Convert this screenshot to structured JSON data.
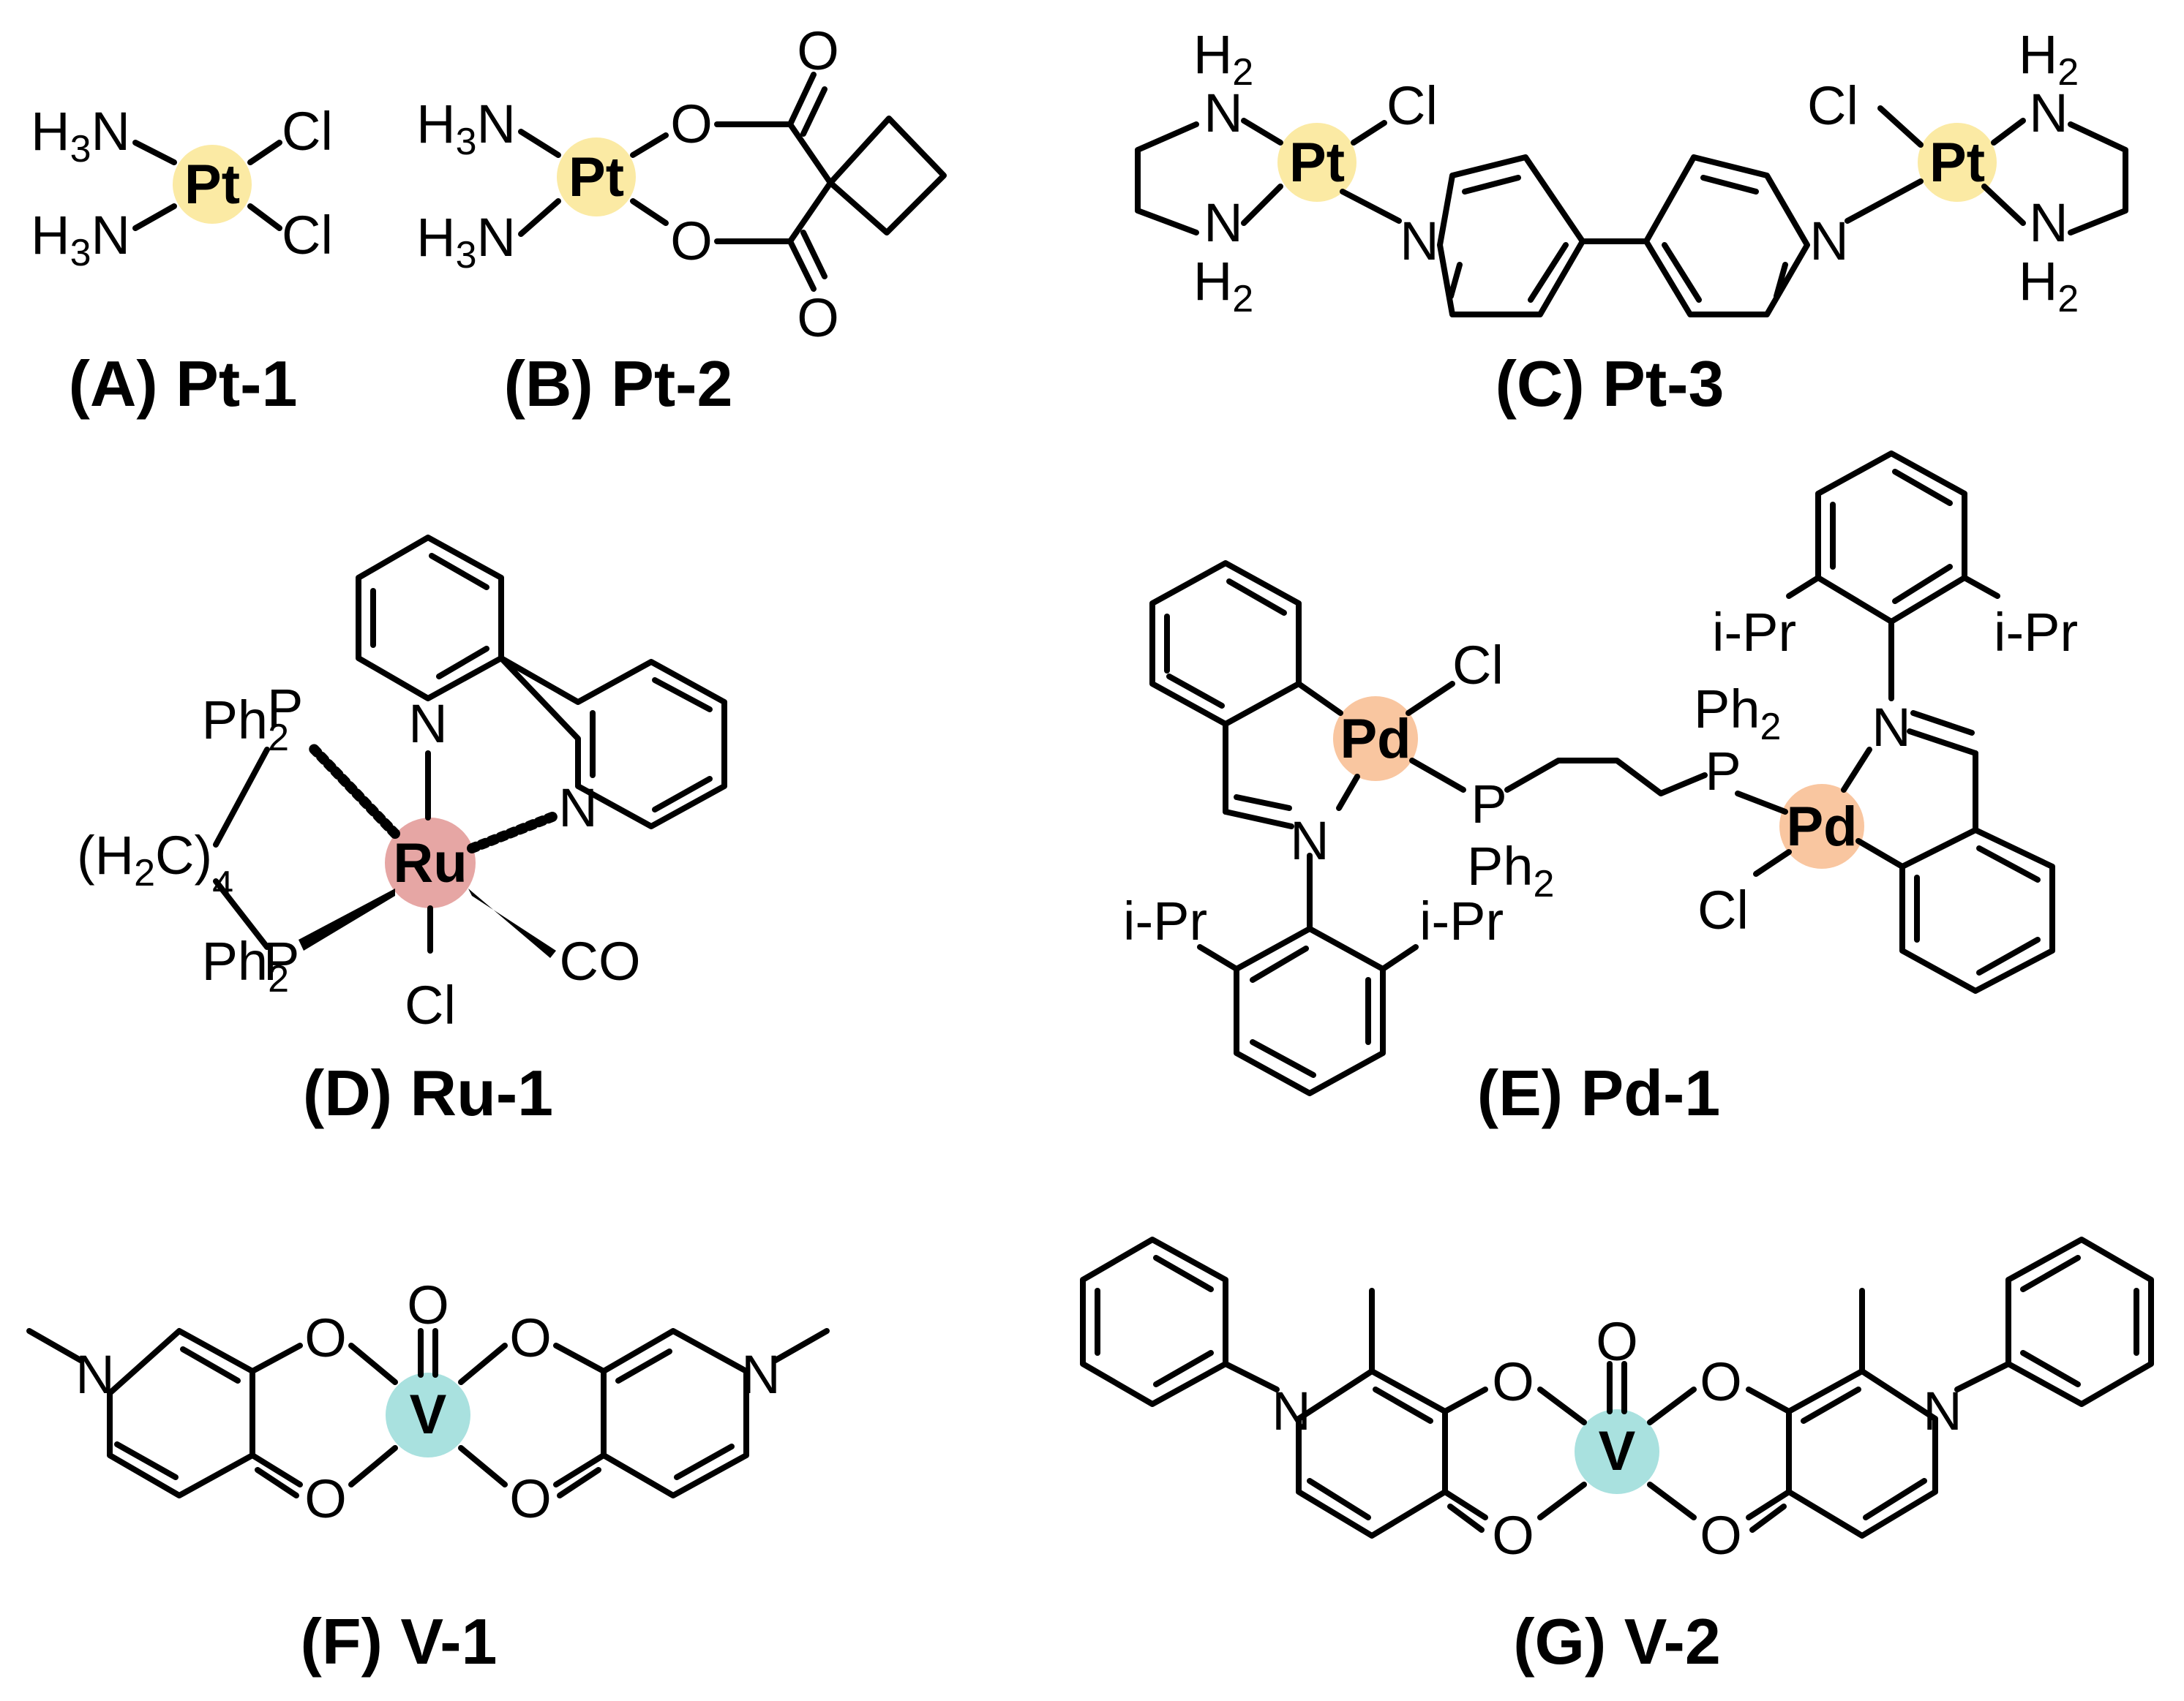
{
  "colors": {
    "pt_highlight": "#fbeaa4",
    "ru_highlight": "#e6a6a4",
    "pd_highlight": "#f9c6a0",
    "v_highlight": "#a9e1df",
    "bond": "#000000"
  },
  "structures": [
    {
      "id": "A",
      "caption": "(A) Pt-1",
      "metal": "Pt"
    },
    {
      "id": "B",
      "caption": "(B) Pt-2",
      "metal": "Pt"
    },
    {
      "id": "C",
      "caption": "(C) Pt-3",
      "metal": "Pt"
    },
    {
      "id": "D",
      "caption": "(D) Ru-1",
      "metal": "Ru"
    },
    {
      "id": "E",
      "caption": "(E) Pd-1",
      "metal": "Pd"
    },
    {
      "id": "F",
      "caption": "(F) V-1",
      "metal": "V"
    },
    {
      "id": "G",
      "caption": "(G) V-2",
      "metal": "V"
    }
  ],
  "labels": {
    "n": "N",
    "o": "O",
    "p": "P",
    "cl": "Cl",
    "co": "CO",
    "h3": "H",
    "h3_sub": "3",
    "h2": "H",
    "h2_sub": "2",
    "ph": "Ph",
    "ph_sub": "2",
    "ipr": "i-Pr",
    "h2c": "(H",
    "h2c_sub": "2",
    "h2c_c": "C)",
    "h2c_n": "4"
  }
}
